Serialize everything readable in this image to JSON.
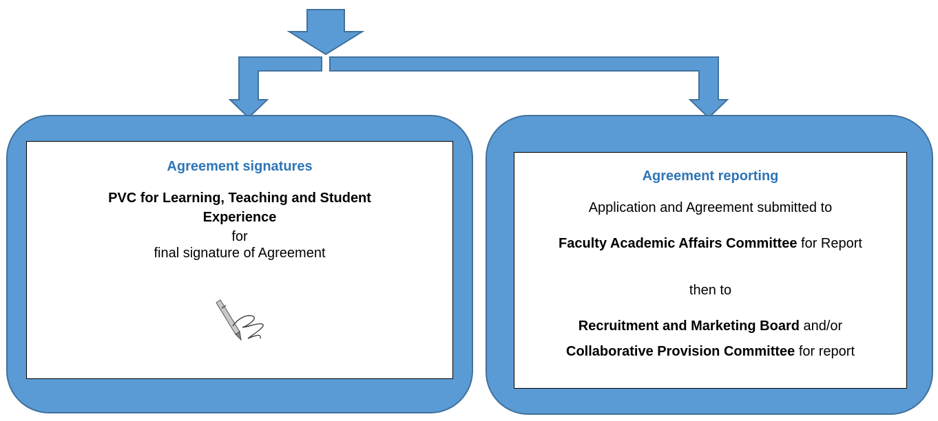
{
  "colors": {
    "panel_fill": "#5b9bd5",
    "panel_border": "#41719c",
    "heading": "#2e75b6"
  },
  "left": {
    "heading": "Agreement signatures",
    "bold_line1": "PVC for Learning, Teaching and Student",
    "bold_line2": "Experience",
    "plain_line1": "for",
    "plain_line2": "final signature of Agreement",
    "icon": "pen-signature-icon"
  },
  "right": {
    "heading": "Agreement reporting",
    "line1": "Application and Agreement submitted to",
    "line2_bold": "Faculty Academic Affairs Committee",
    "line2_rest": " for Report",
    "line3": "then to",
    "line4_bold": "Recruitment and Marketing Board",
    "line4_rest": " and/or",
    "line5_bold": "Collaborative Provision Committee",
    "line5_rest": " for report"
  }
}
